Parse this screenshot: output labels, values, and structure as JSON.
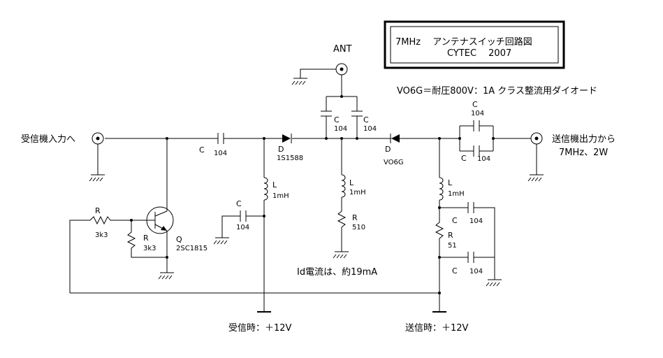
{
  "title": {
    "line1": "7MHz　 アンテナスイッチ回路図",
    "line2": "CYTEC　 2007"
  },
  "note_diode": "VO6G＝耐圧800V：1A クラス整流用ダイオード",
  "note_current": "Id電流は、約19mA",
  "ant_label": "ANT",
  "rx_input_label": "受信機入力へ",
  "tx_output_label": "送信機出力から",
  "tx_output_sub": "7MHz、2W",
  "rx_supply": "受信時：＋12V",
  "tx_supply": "送信時：＋12V",
  "components": {
    "c_in": {
      "name": "C",
      "value": "104"
    },
    "d1": {
      "name": "D",
      "value": "1S1588"
    },
    "c_ant1": {
      "name": "C",
      "value": "104"
    },
    "c_ant2": {
      "name": "C",
      "value": "104"
    },
    "d2": {
      "name": "D",
      "value": "VO6G"
    },
    "c_out1": {
      "name": "C",
      "value": "104"
    },
    "c_out2": {
      "name": "C",
      "value": "104"
    },
    "l1": {
      "name": "L",
      "value": "1mH"
    },
    "l2": {
      "name": "L",
      "value": "1mH"
    },
    "l3": {
      "name": "L",
      "value": "1mH"
    },
    "c_byp": {
      "name": "C",
      "value": "104"
    },
    "r510": {
      "name": "R",
      "value": "510"
    },
    "r_base": {
      "name": "R",
      "value": "3k3"
    },
    "r_be": {
      "name": "R",
      "value": "3k3"
    },
    "q1": {
      "name": "Q",
      "value": "2SC1815"
    },
    "r51": {
      "name": "R",
      "value": "51"
    },
    "c_tx1": {
      "name": "C",
      "value": "104"
    },
    "c_tx2": {
      "name": "C",
      "value": "104"
    }
  }
}
